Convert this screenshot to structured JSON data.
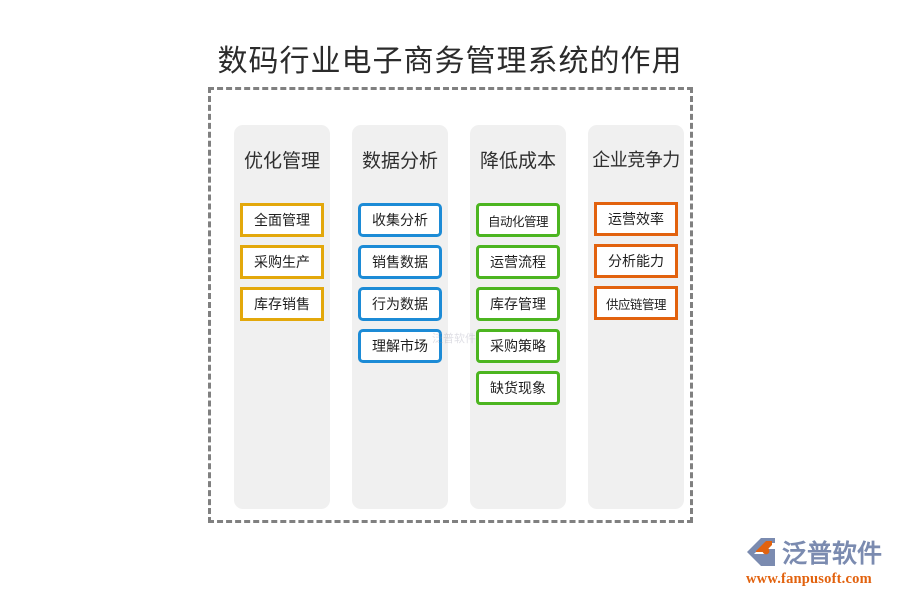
{
  "title": "数码行业电子商务管理系统的作用",
  "watermark": "泛普软件",
  "colors": {
    "amber": "#E3A80B",
    "blue": "#1C8BD6",
    "green": "#4CB520",
    "orange": "#E2620E",
    "frame_dash": "#808080",
    "panel_bg": "#f0f0f0"
  },
  "columns": [
    {
      "header": "优化管理",
      "accent": "#E3A80B",
      "items": [
        {
          "label": "全面管理"
        },
        {
          "label": "采购生产"
        },
        {
          "label": "库存销售"
        }
      ]
    },
    {
      "header": "数据分析",
      "accent": "#1C8BD6",
      "items": [
        {
          "label": "收集分析"
        },
        {
          "label": "销售数据"
        },
        {
          "label": "行为数据"
        },
        {
          "label": "理解市场"
        }
      ]
    },
    {
      "header": "降低成本",
      "accent": "#4CB520",
      "items": [
        {
          "label": "自动化管理"
        },
        {
          "label": "运营流程"
        },
        {
          "label": "库存管理"
        },
        {
          "label": "采购策略"
        },
        {
          "label": "缺货现象"
        }
      ]
    },
    {
      "header": "企业竞争力",
      "accent": "#E2620E",
      "items": [
        {
          "label": "运营效率"
        },
        {
          "label": "分析能力"
        },
        {
          "label": "供应链管理"
        }
      ]
    }
  ],
  "logo": {
    "name": "泛普软件",
    "url": "www.fanpusoft.com"
  }
}
